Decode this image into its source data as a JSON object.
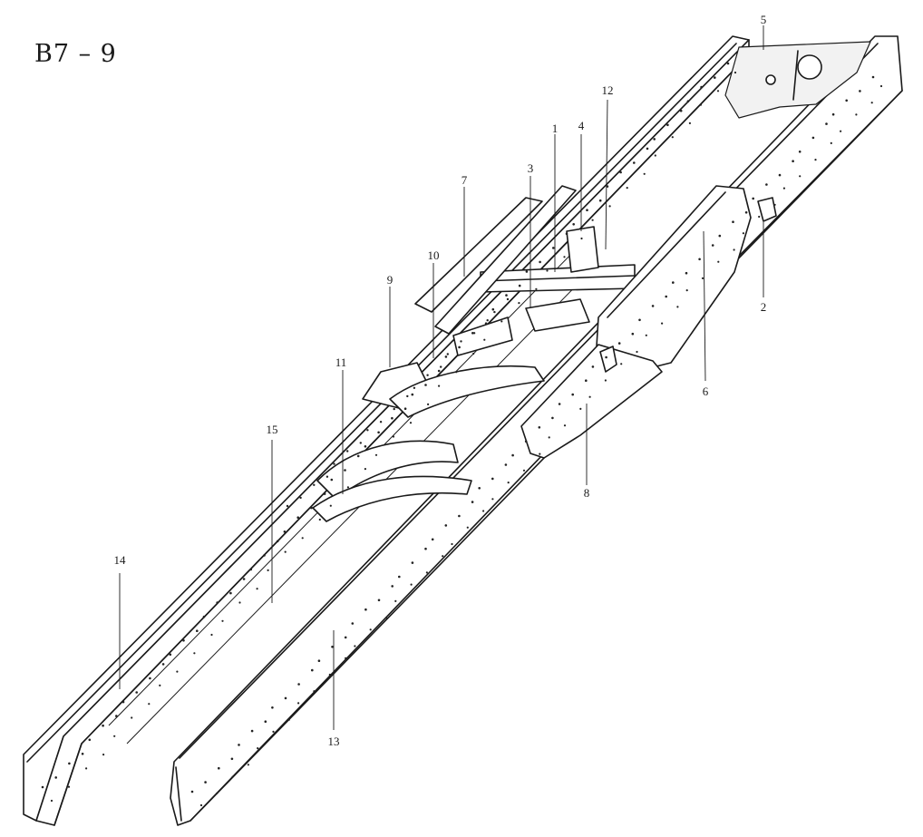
{
  "figure": {
    "title": "B7 – 9"
  },
  "callouts": [
    {
      "id": "1",
      "label": "1"
    },
    {
      "id": "2",
      "label": "2"
    },
    {
      "id": "3",
      "label": "3"
    },
    {
      "id": "4",
      "label": "4"
    },
    {
      "id": "5",
      "label": "5"
    },
    {
      "id": "6",
      "label": "6"
    },
    {
      "id": "7",
      "label": "7"
    },
    {
      "id": "8",
      "label": "8"
    },
    {
      "id": "9",
      "label": "9"
    },
    {
      "id": "10",
      "label": "10"
    },
    {
      "id": "11",
      "label": "11"
    },
    {
      "id": "12",
      "label": "12"
    },
    {
      "id": "13",
      "label": "13"
    },
    {
      "id": "14",
      "label": "14"
    },
    {
      "id": "15",
      "label": "15"
    }
  ]
}
